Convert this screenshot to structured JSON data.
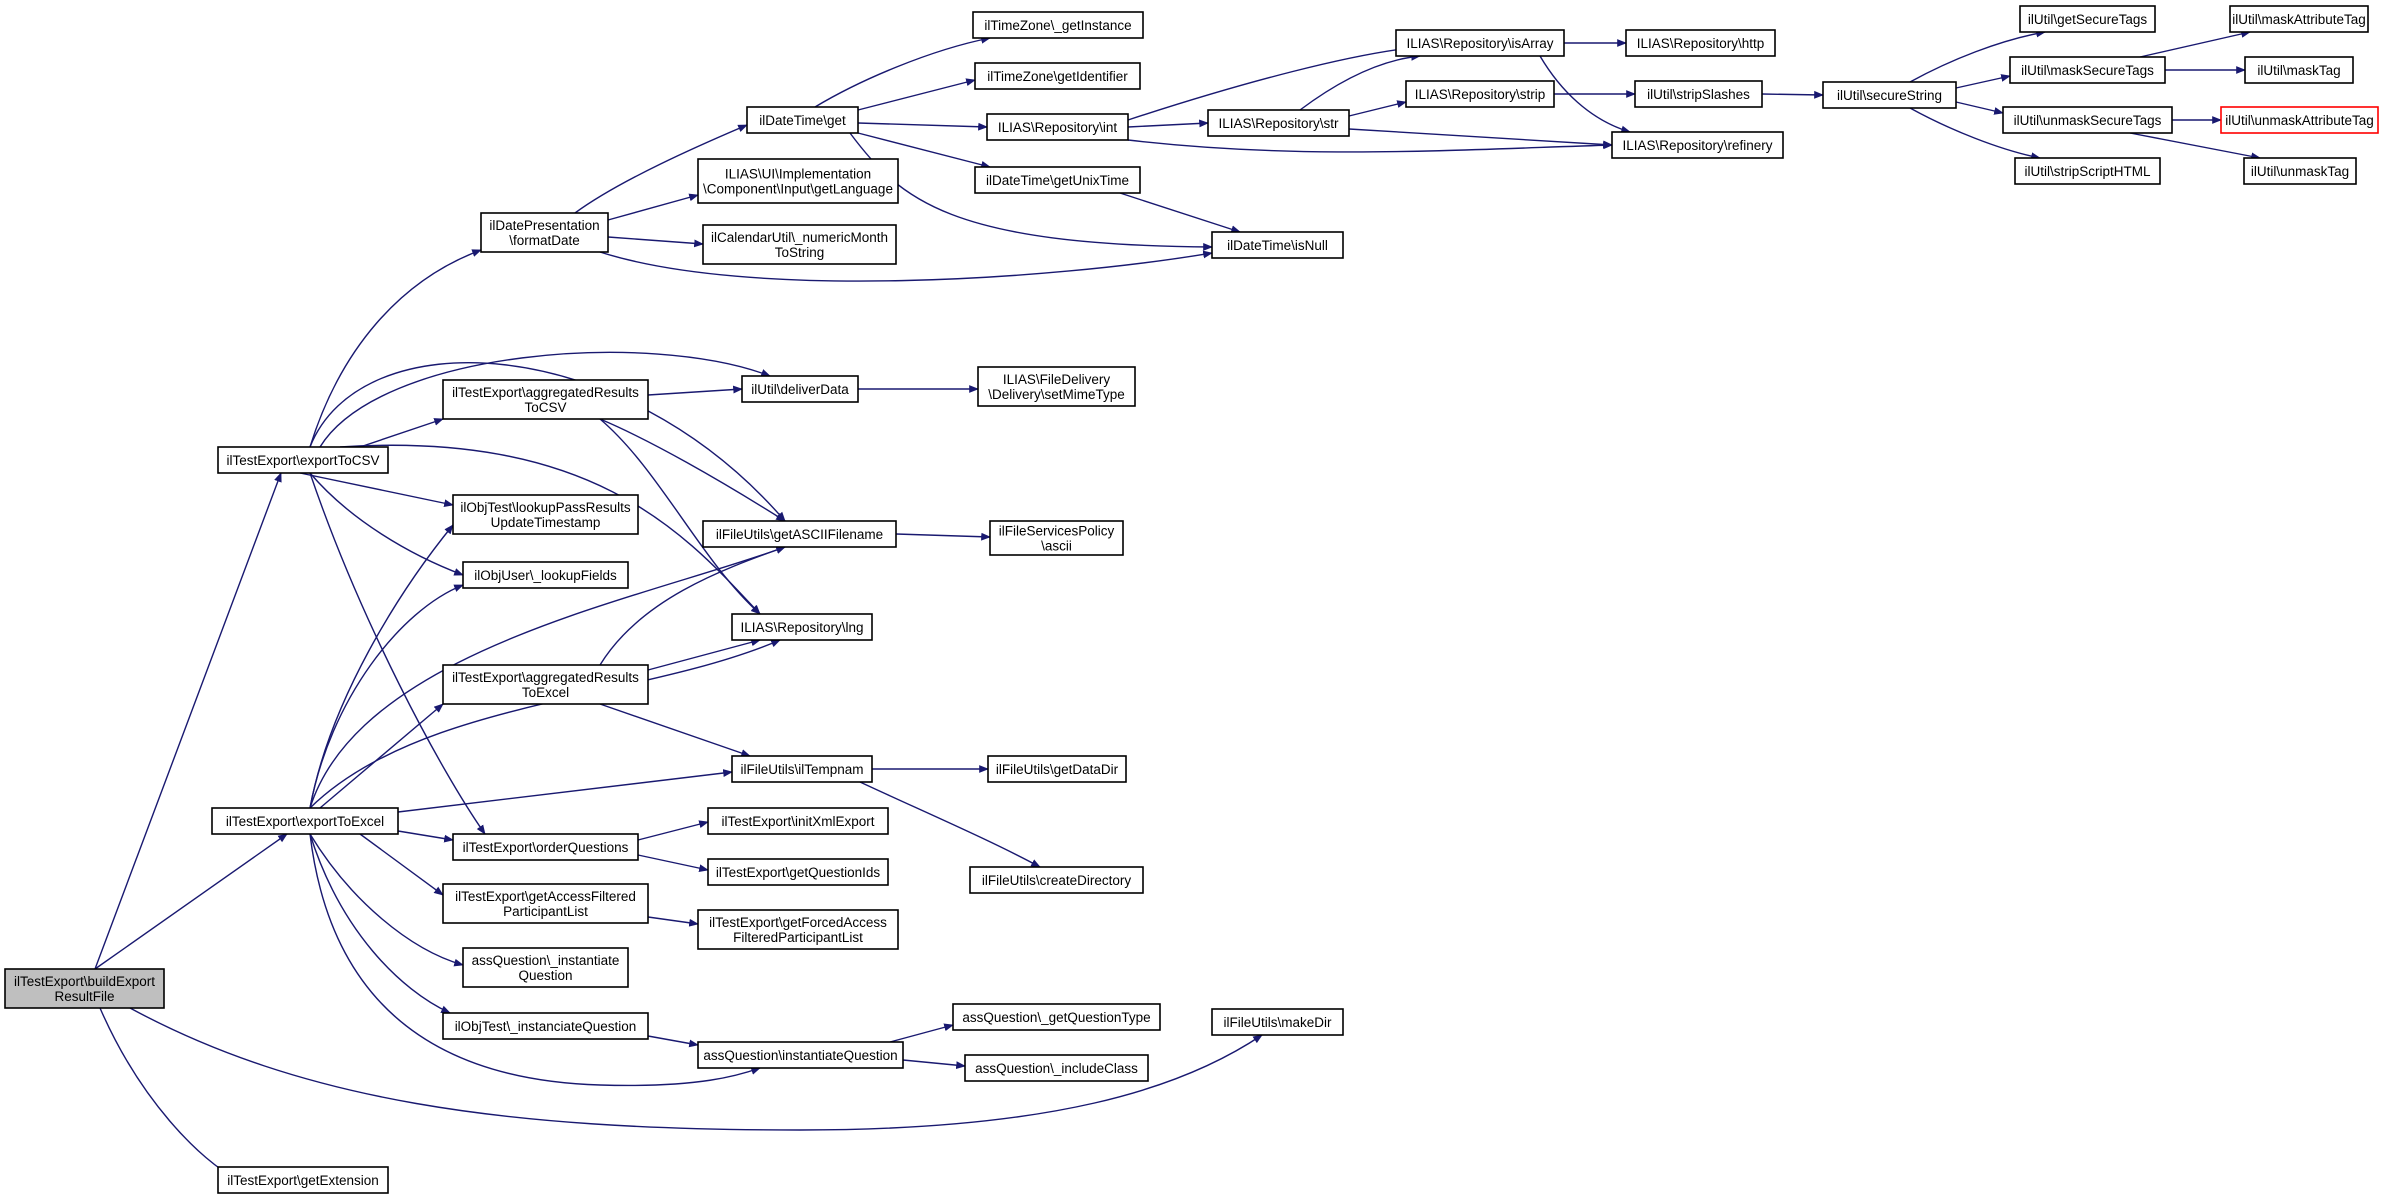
{
  "colors": {
    "edge": "#191970",
    "root_fill": "#bfbfbf",
    "missing_border": "#ff0000"
  },
  "nodes": {
    "root": [
      "ilTestExport\\buildExport",
      "ResultFile"
    ],
    "exportToCSV": [
      "ilTestExport\\exportToCSV"
    ],
    "exportToExcel": [
      "ilTestExport\\exportToExcel"
    ],
    "getExtension": [
      "ilTestExport\\getExtension"
    ],
    "formatDate": [
      "ilDatePresentation",
      "\\formatDate"
    ],
    "aggCSV": [
      "ilTestExport\\aggregatedResults",
      "ToCSV"
    ],
    "lookupPass": [
      "ilObjTest\\lookupPassResults",
      "UpdateTimestamp"
    ],
    "lookupFields": [
      "ilObjUser\\_lookupFields"
    ],
    "aggExcel": [
      "ilTestExport\\aggregatedResults",
      "ToExcel"
    ],
    "orderQ": [
      "ilTestExport\\orderQuestions"
    ],
    "accessFiltered": [
      "ilTestExport\\getAccessFiltered",
      "ParticipantList"
    ],
    "instantiateQ": [
      "assQuestion\\_instantiate",
      "Question"
    ],
    "instanciateQ": [
      "ilObjTest\\_instanciateQuestion"
    ],
    "dtGet": [
      "ilDateTime\\get"
    ],
    "uiLang": [
      "ILIAS\\UI\\Implementation",
      "\\Component\\Input\\getLanguage"
    ],
    "numMonth": [
      "ilCalendarUtil\\_numericMonth",
      "ToString"
    ],
    "deliverData": [
      "ilUtil\\deliverData"
    ],
    "asciiName": [
      "ilFileUtils\\getASCIIFilename"
    ],
    "lng": [
      "ILIAS\\Repository\\lng"
    ],
    "tempnam": [
      "ilFileUtils\\ilTempnam"
    ],
    "initXml": [
      "ilTestExport\\initXmlExport"
    ],
    "qIds": [
      "ilTestExport\\getQuestionIds"
    ],
    "forcedAccess": [
      "ilTestExport\\getForcedAccess",
      "FilteredParticipantList"
    ],
    "aqInstantiate": [
      "assQuestion\\instantiateQuestion"
    ],
    "tzInstance": [
      "ilTimeZone\\_getInstance"
    ],
    "tzId": [
      "ilTimeZone\\getIdentifier"
    ],
    "repoInt": [
      "ILIAS\\Repository\\int"
    ],
    "unixTime": [
      "ilDateTime\\getUnixTime"
    ],
    "mimeType": [
      "ILIAS\\FileDelivery",
      "\\Delivery\\setMimeType"
    ],
    "fsAscii": [
      "ilFileServicesPolicy",
      "\\ascii"
    ],
    "dataDir": [
      "ilFileUtils\\getDataDir"
    ],
    "createDir": [
      "ilFileUtils\\createDirectory"
    ],
    "qType": [
      "assQuestion\\_getQuestionType"
    ],
    "includeClass": [
      "assQuestion\\_includeClass"
    ],
    "isArray": [
      "ILIAS\\Repository\\isArray"
    ],
    "repoStr": [
      "ILIAS\\Repository\\str"
    ],
    "isNull": [
      "ilDateTime\\isNull"
    ],
    "makeDir": [
      "ilFileUtils\\makeDir"
    ],
    "repoHttp": [
      "ILIAS\\Repository\\http"
    ],
    "repoStrip": [
      "ILIAS\\Repository\\strip"
    ],
    "refinery": [
      "ILIAS\\Repository\\refinery"
    ],
    "stripSlashes": [
      "ilUtil\\stripSlashes"
    ],
    "secureString": [
      "ilUtil\\secureString"
    ],
    "getSecureTags": [
      "ilUtil\\getSecureTags"
    ],
    "maskSecureTags": [
      "ilUtil\\maskSecureTags"
    ],
    "unmaskSecureTags": [
      "ilUtil\\unmaskSecureTags"
    ],
    "stripScript": [
      "ilUtil\\stripScriptHTML"
    ],
    "maskAttr": [
      "ilUtil\\maskAttributeTag"
    ],
    "maskTag": [
      "ilUtil\\maskTag"
    ],
    "unmaskAttr": [
      "ilUtil\\unmaskAttributeTag"
    ],
    "unmaskTag": [
      "ilUtil\\unmaskTag"
    ]
  }
}
